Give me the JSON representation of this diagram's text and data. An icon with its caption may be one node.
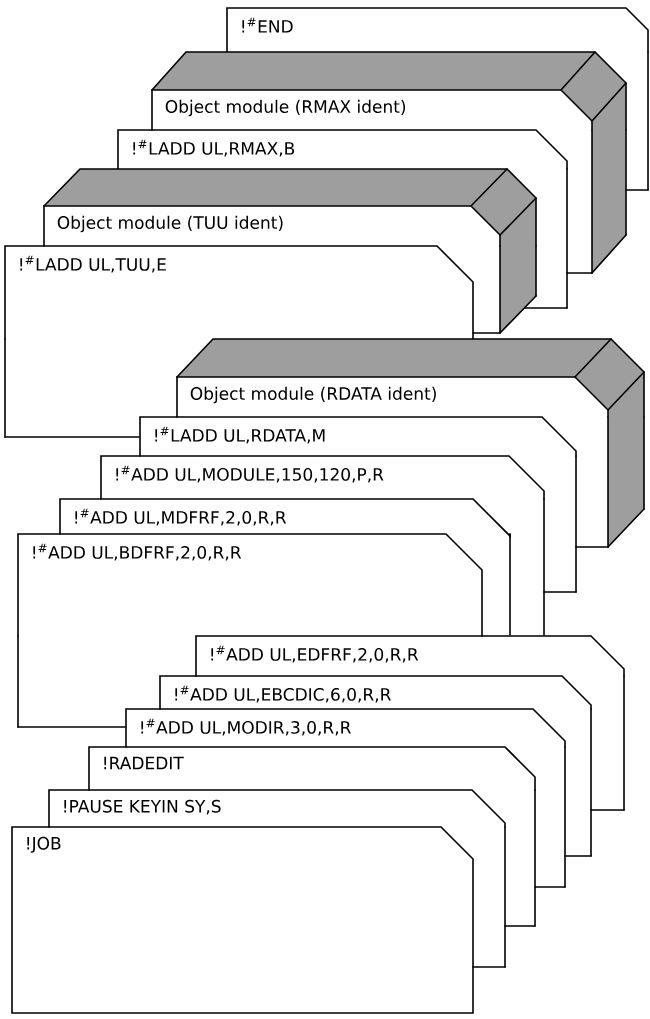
{
  "diagram": {
    "nodes": [
      {
        "text": [
          "!$^{#}$END"
        ]
      },
      {
        "text": [
          "Object module (RMAX ident)"
        ]
      },
      {
        "text": [
          "!$^{#}$LADD UL,RMAX,B"
        ]
      },
      {
        "text": [
          "Object module (TUU ident)"
        ]
      },
      {
        "text": [
          "!$^{#}$LADD UL,TUU,E"
        ]
      },
      {
        "text": [
          "Object module (RDATA ident)"
        ]
      },
      {
        "text": [
          "!$^{#}$LADD UL,RDATA,M"
        ]
      },
      {
        "text": [
          "!$^{#}$ADD UL,MODULE,150,120,P,R"
        ]
      },
      {
        "text": [
          "!$^{#}$ADD UL,MDFRF,2,0,R,R"
        ]
      },
      {
        "text": [
          "!$^{#}$ADD UL,BDFRF,2,0,R,R"
        ]
      },
      {
        "text": [
          "!$^{#}$ADD UL,EDFRF,2,0,R,R"
        ]
      },
      {
        "text": [
          "!$^{#}$ADD UL,EBCDIC,6,0,R,R"
        ]
      },
      {
        "text": [
          "!$^{#}$ADD UL,MODIR,3,0,R,R"
        ]
      },
      {
        "text": [
          "!RADEDIT"
        ]
      },
      {
        "text": [
          "!PAUSE KEYIN SY,S"
        ]
      },
      {
        "text": [
          "!JOB"
        ]
      }
    ]
  }
}
